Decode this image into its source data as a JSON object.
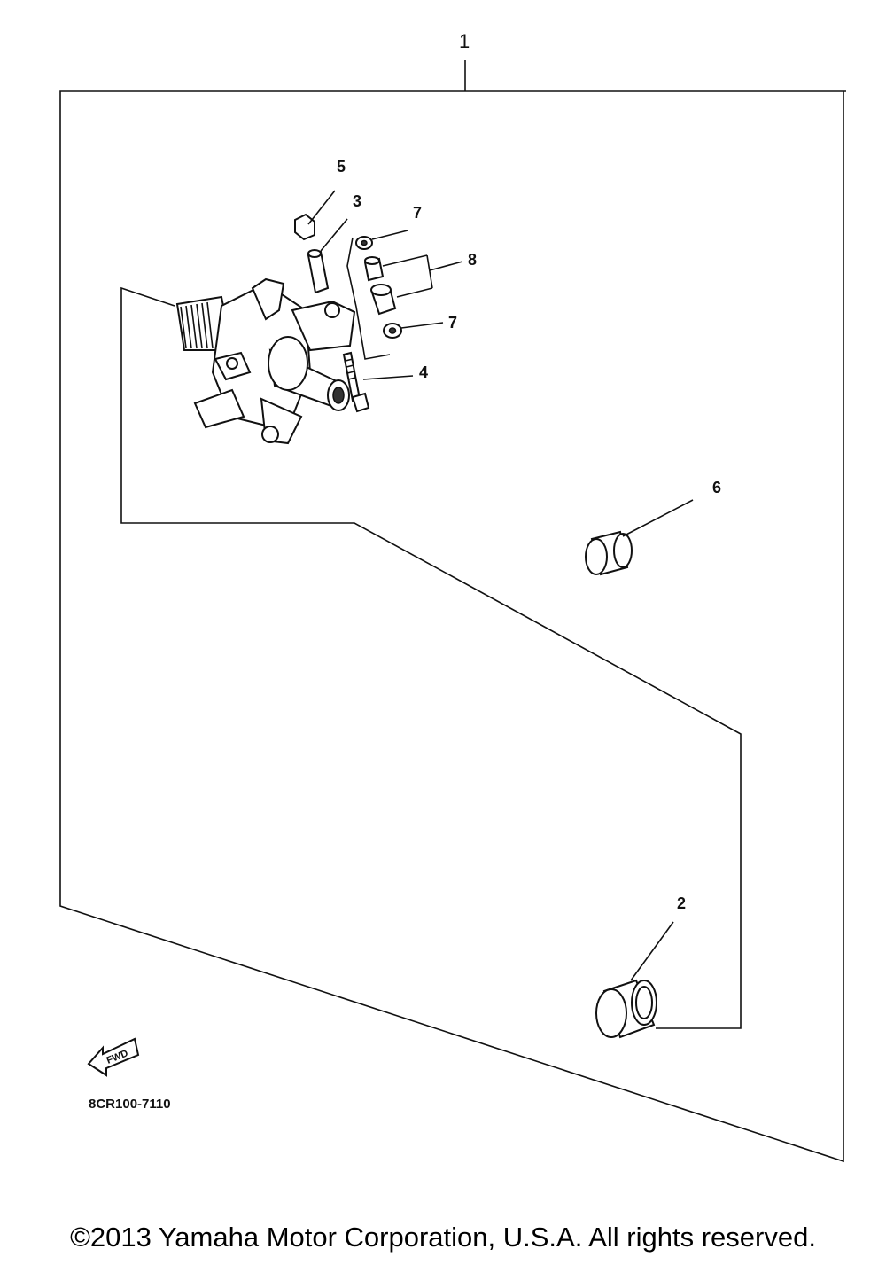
{
  "diagram": {
    "callouts": {
      "c1": "1",
      "c2": "2",
      "c3": "3",
      "c4": "4",
      "c5": "5",
      "c6": "6",
      "c7a": "7",
      "c7b": "7",
      "c8": "8"
    },
    "fwd_label": "FWD",
    "drawing_code": "8CR100-7110"
  },
  "footer": {
    "copyright": "©2013 Yamaha Motor Corporation, U.S.A. All rights reserved."
  }
}
